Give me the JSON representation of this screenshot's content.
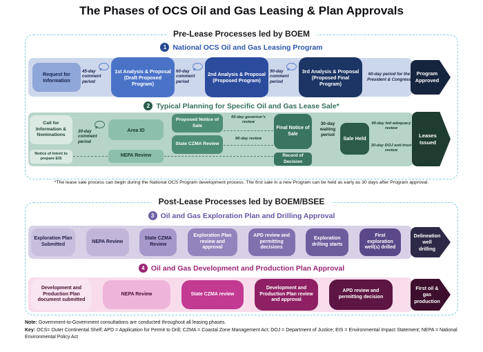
{
  "title": "The Phases of OCS Oil and Gas Leasing & Plan Approvals",
  "colors": {
    "panel_dash_border": "#82cde2",
    "section1_accent": "#2b55ad",
    "section2_accent": "#33705c",
    "section3_accent": "#6753a6",
    "section4_accent": "#9c2473",
    "row1_band": "#cdd7ec",
    "row2_band": "#b7d4c9",
    "row3_band": "#d7d0e7",
    "row4_band": "#f8dcec"
  },
  "pre_lease": {
    "legend": "Pre-Lease Processes led by BOEM",
    "section1": {
      "number": "1",
      "heading": "National OCS Oil and Gas Leasing Program",
      "request_info": "Request for Information",
      "comment_45": "45-day comment period",
      "analysis_1": "1st Analysis & Proposal (Draft Proposed Program)",
      "comment_60": "60-day comment period",
      "analysis_2": "2nd Analysis & Proposal (Proposed Program)",
      "comment_90": "90-day comment period",
      "analysis_3": "3rd Analysis & Proposal (Proposed Final Program)",
      "period_60": "60-day period for the President & Congress",
      "program_approved": "Program Approved"
    },
    "section2": {
      "number": "2",
      "heading": "Typical Planning for Specific Oil and Gas Lease Sale*",
      "call_info": "Call for Information & Nominations",
      "notice_intent": "Notice of Intent to prepare EIS",
      "comment_30": "30-day comment period",
      "area_id": "Area ID",
      "nepa_review": "NEPA Review",
      "proposed_notice": "Proposed Notice of Sale",
      "governor_review": "60-day governor's review",
      "state_czma": "State CZMA Review",
      "review_90": "90-day review",
      "final_notice": "Final Notice of Sale",
      "record_decision": "Record of Decision",
      "waiting_30": "30-day waiting period",
      "sale_held": "Sale Held",
      "bid_adequacy": "90-day bid adequacy review",
      "doj_review": "30-day DOJ anti-trust review",
      "leases_issued": "Leases Issued"
    }
  },
  "footnote": "*The lease sale process can begin during the National OCS Program development process. The first sale in a new Program can be held as early as 30 days after Program approval.",
  "post_lease": {
    "legend": "Post-Lease Processes led by BOEM/BSEE",
    "section3": {
      "number": "3",
      "heading": "Oil and Gas Exploration Plan and Drilling Approval",
      "boxes": [
        "Exploration Plan Submitted",
        "NEPA Review",
        "State CZMA Review",
        "Exploration Plan review and approval",
        "APD review and permitting decisions",
        "Exploration drilling starts",
        "First exploration well(s) drilled"
      ],
      "arrow": "Delineation well drilling"
    },
    "section4": {
      "number": "4",
      "heading": "Oil and Gas Development and Production Plan Approval",
      "boxes": [
        "Development and Production Plan document submitted",
        "NEPA Review",
        "State CZMA review",
        "Development and Production Plan review and approval",
        "APD review and permitting decision"
      ],
      "arrow": "First oil & gas production"
    }
  },
  "notes": {
    "note_label": "Note:",
    "note_text": "Government-to-Government consultations are conducted throughout all leasing phases.",
    "key_label": "Key:",
    "key_text": "OCS= Outer Continental Shelf; APD = Application for Permit to Drill; CZMA = Coastal Zone Management Act; DOJ = Department of Justice; EIS = Environmental Impact Statement; NEPA = National Environmental Policy Act"
  }
}
